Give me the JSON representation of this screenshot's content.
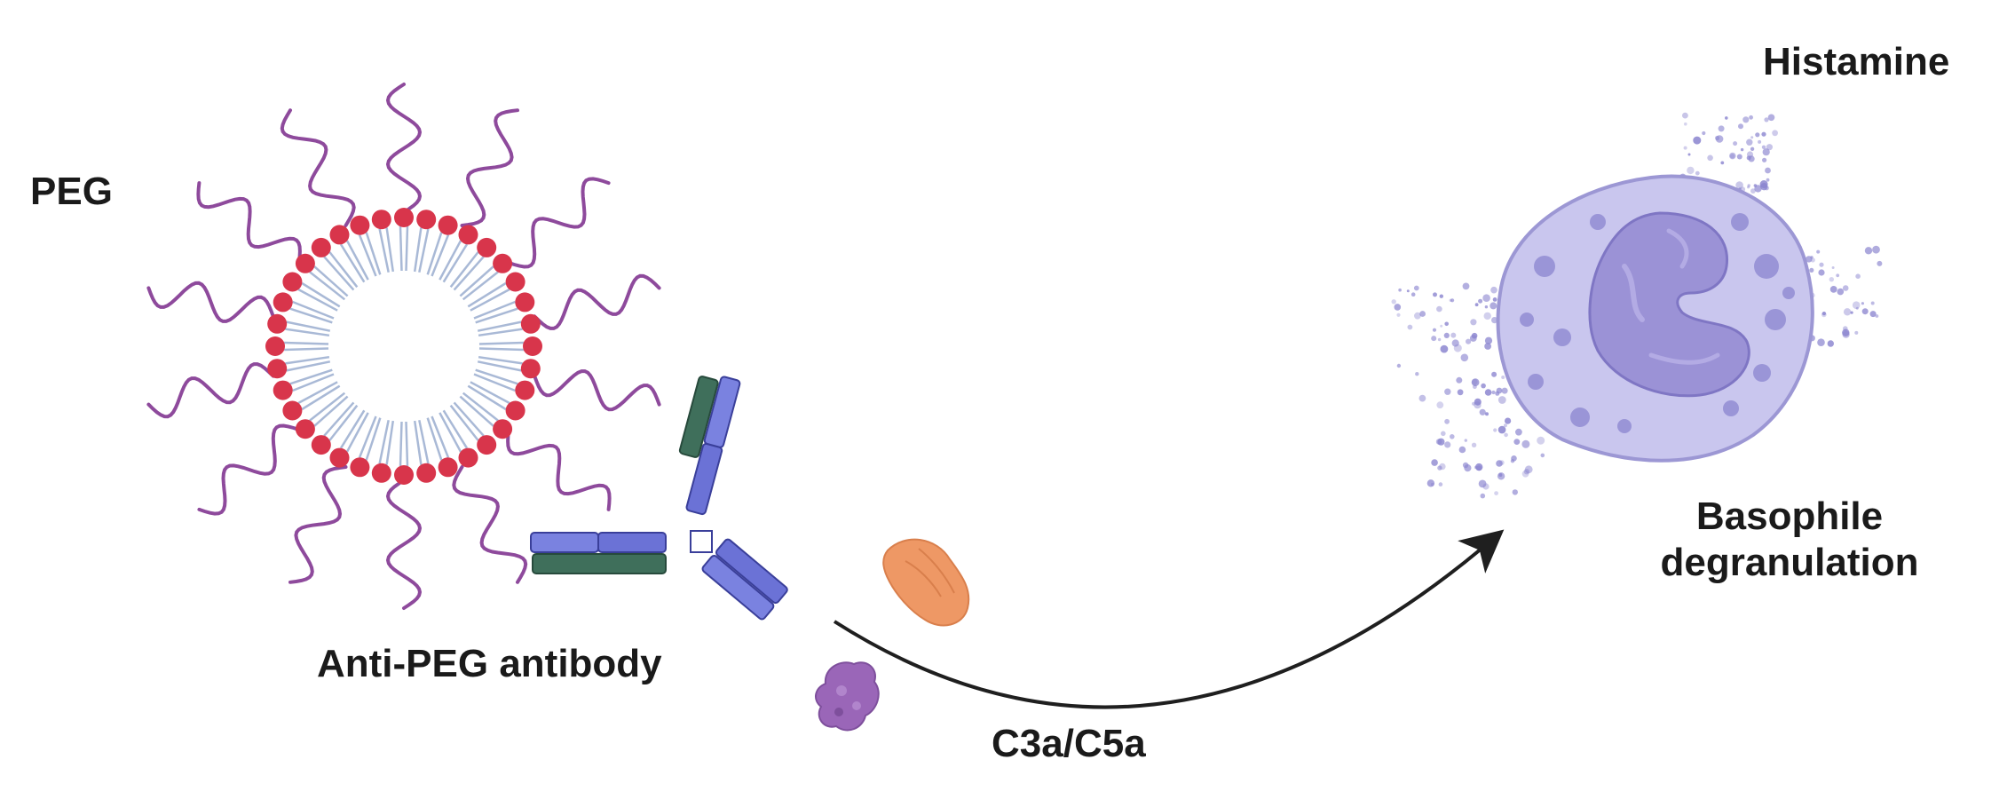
{
  "labels": {
    "peg": "PEG",
    "antibody": "Anti-PEG antibody",
    "complement": "C3a/C5a",
    "histamine": "Histamine",
    "basophile_line1": "Basophile",
    "basophile_line2": "degranulation"
  },
  "colors": {
    "peg_chain": "#8e4a9c",
    "lipid_head": "#d8354b",
    "lipid_tail": "#a9b9d6",
    "antibody_heavy": "#6b72d6",
    "antibody_light": "#3f6f5b",
    "c3a_fragment": "#ee9865",
    "c5a_fragment": "#9a66b8",
    "arrow": "#1f1f1f",
    "cell_body": "#c9c6ee",
    "cell_nucleus": "#9b92d6",
    "granule": "#8a84cf"
  },
  "icons": {
    "liposome": "pegylated-liposome-icon",
    "antibody": "antibody-icon",
    "c3a": "c3a-protein-icon",
    "c5a": "c5a-protein-icon",
    "arrow": "curved-arrow-icon",
    "cell": "basophil-cell-icon"
  }
}
